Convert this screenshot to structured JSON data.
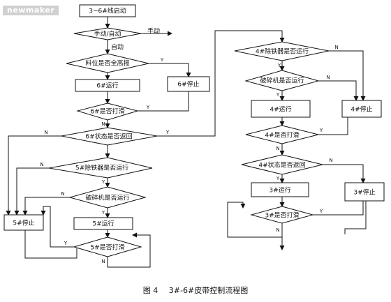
{
  "watermark": "newmaker",
  "caption": {
    "figure": "图 4",
    "title": "3#-6#皮带控制流程图"
  },
  "nodes": {
    "start36": "3~6#线启动",
    "manual_auto": "手动/自动",
    "manual_out": "手动",
    "auto_label": "自动",
    "level_full": "料位是否全高报",
    "run6": "6#运行",
    "stop6": "6#停止",
    "slip6": "6#是否打滑",
    "state6": "6#状态是否返回",
    "iron5": "5#除铁器是否运行",
    "crusher_left": "破碎机是否运行",
    "stop5": "5#停止",
    "run5": "5#运行",
    "slip5": "5#是否打滑",
    "iron4": "4#除铁器是否运行",
    "crusher_right": "破碎机是否运行",
    "run4": "4#运行",
    "stop4": "4#停止",
    "slip4": "4#是否打滑",
    "state4": "4#状态是否返回",
    "run3": "3#运行",
    "stop3": "3#停止",
    "slip3": "3#是否打滑"
  },
  "edge_labels": {
    "Y": "Y",
    "N": "N"
  }
}
